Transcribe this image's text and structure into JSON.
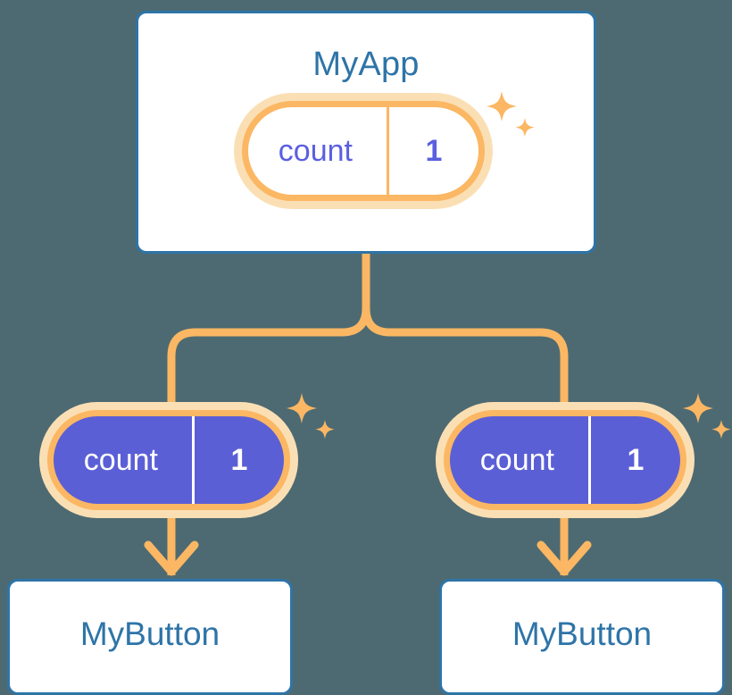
{
  "background_color": "#4d6a72",
  "palette": {
    "card_border_blue": "#2e74a8",
    "card_fill_white": "#ffffff",
    "accent_orange": "#fbb763",
    "accent_orange_light": "#fbdfb4",
    "state_purple": "#5b5fd6",
    "state_purple_text": "#5b5fe0",
    "connector_orange": "#fbb763"
  },
  "diagram": {
    "type": "component-state-tree",
    "root": {
      "name": "root-component",
      "title": "MyApp",
      "state_pill": {
        "key": "count",
        "value": "1",
        "style": "outline",
        "sparkle": true
      }
    },
    "children": [
      {
        "name": "child-branch-left",
        "state_pill": {
          "key": "count",
          "value": "1",
          "style": "filled",
          "sparkle": true
        },
        "consumer": {
          "name": "consumer-left",
          "title": "MyButton"
        }
      },
      {
        "name": "child-branch-right",
        "state_pill": {
          "key": "count",
          "value": "1",
          "style": "filled",
          "sparkle": true
        },
        "consumer": {
          "name": "consumer-right",
          "title": "MyButton"
        }
      }
    ],
    "connectors": {
      "style": "orange rounded tree branch with arrowheads",
      "arrow_count": 2
    }
  }
}
